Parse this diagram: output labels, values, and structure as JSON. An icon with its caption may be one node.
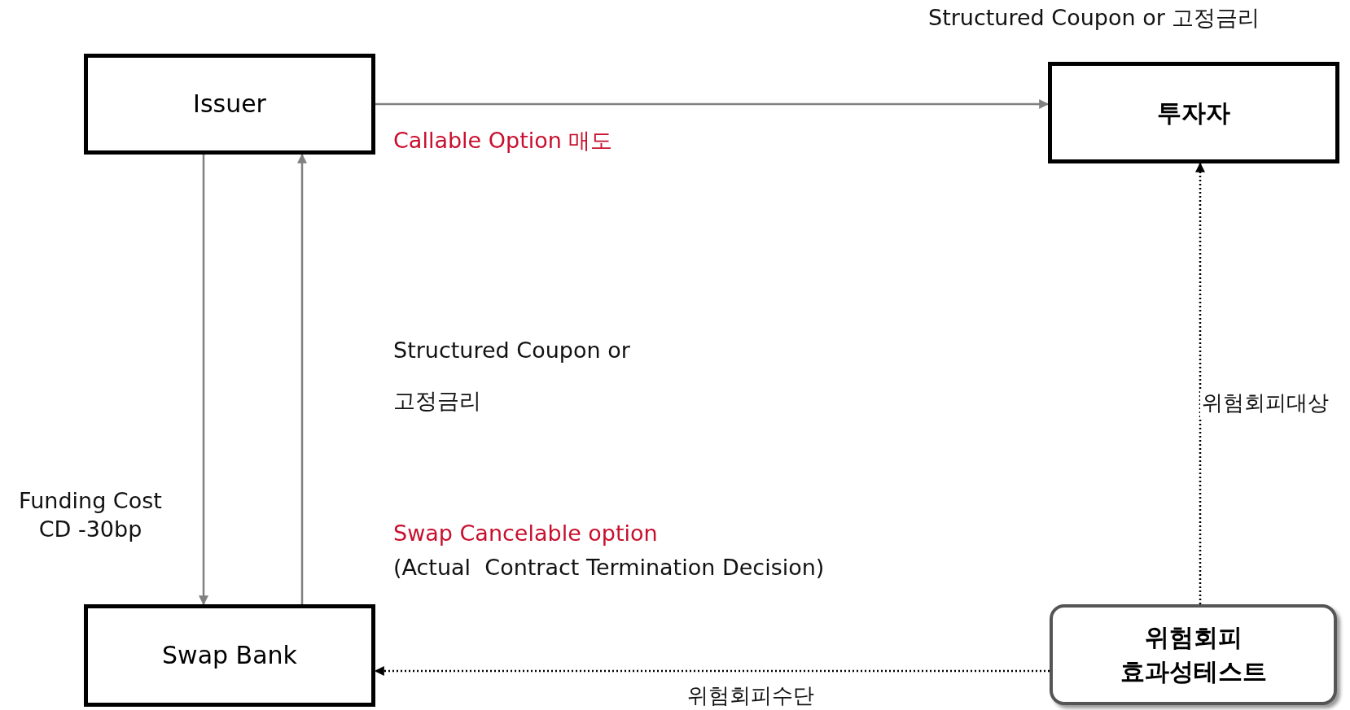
{
  "diagram": {
    "nodes": [
      {
        "text": [
          "Issuer"
        ]
      },
      {
        "text": [
          "투자자"
        ]
      },
      {
        "text": [
          "Swap Bank"
        ]
      },
      {
        "text": [
          "위험회피 효과성테스트"
        ]
      }
    ],
    "edges": [
      {
        "from": 0,
        "to": 1,
        "arrow": "to"
      },
      {
        "from": 0,
        "to": 2,
        "arrow": "to"
      },
      {
        "from": 2,
        "to": 0,
        "arrow": "to"
      },
      {
        "from": 3,
        "to": 1,
        "arrow": "to",
        "label": "위험회피대상",
        "style": "dashed",
        "color": "#000000"
      },
      {
        "from": 3,
        "to": 2,
        "arrow": "to",
        "label": "위험회피수단",
        "style": "dashed",
        "color": "#000000"
      }
    ],
    "labels": [
      "Structured Coupon or 고정금리",
      "Callable Option 매도",
      "Structured Coupon or 고정금리",
      "Funding Cost CD -30bp",
      "Swap Cancelable option",
      "(Actual  Contract Termination Decision)"
    ]
  }
}
